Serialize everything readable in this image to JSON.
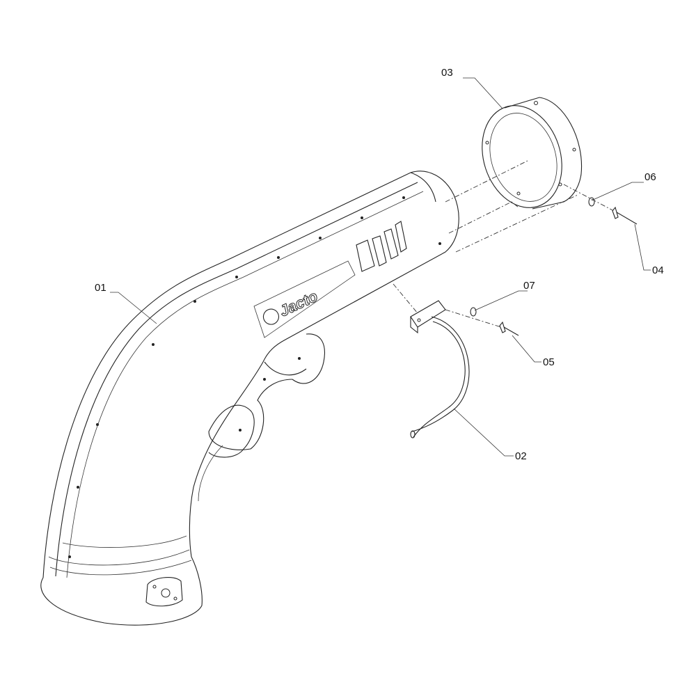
{
  "diagram": {
    "brand_logo": "Jacto",
    "callouts": [
      {
        "id": "01",
        "part": "chute-body"
      },
      {
        "id": "02",
        "part": "hose-with-bracket"
      },
      {
        "id": "03",
        "part": "outlet-ring"
      },
      {
        "id": "04",
        "part": "rivet"
      },
      {
        "id": "05",
        "part": "rivet"
      },
      {
        "id": "06",
        "part": "washer"
      },
      {
        "id": "07",
        "part": "washer"
      }
    ]
  }
}
